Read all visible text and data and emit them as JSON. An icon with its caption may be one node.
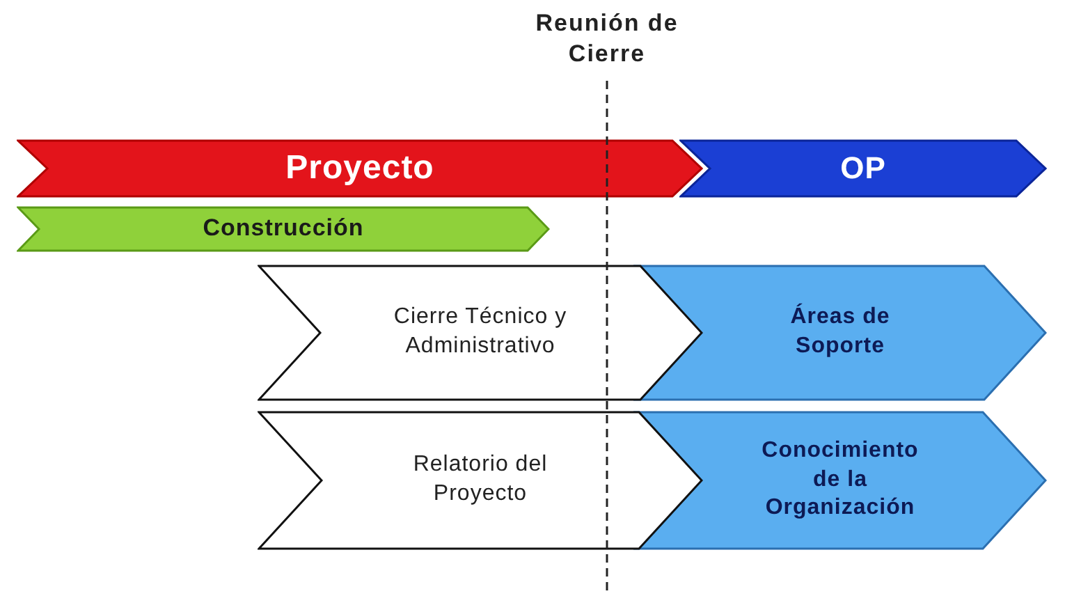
{
  "diagram": {
    "nodes": [
      {
        "text": [
          "Proyecto"
        ]
      },
      {
        "text": [
          "OP"
        ]
      },
      {
        "text": [
          "Construcción"
        ]
      },
      {
        "text": [
          "Cierre Técnico y Administrativo"
        ]
      },
      {
        "text": [
          "Áreas de Soporte"
        ]
      },
      {
        "text": [
          "Relatorio del Proyecto"
        ]
      },
      {
        "text": [
          "Conocimiento de la Organización"
        ]
      }
    ],
    "edges": [],
    "labels": [
      "Reunión de Cierre"
    ]
  }
}
